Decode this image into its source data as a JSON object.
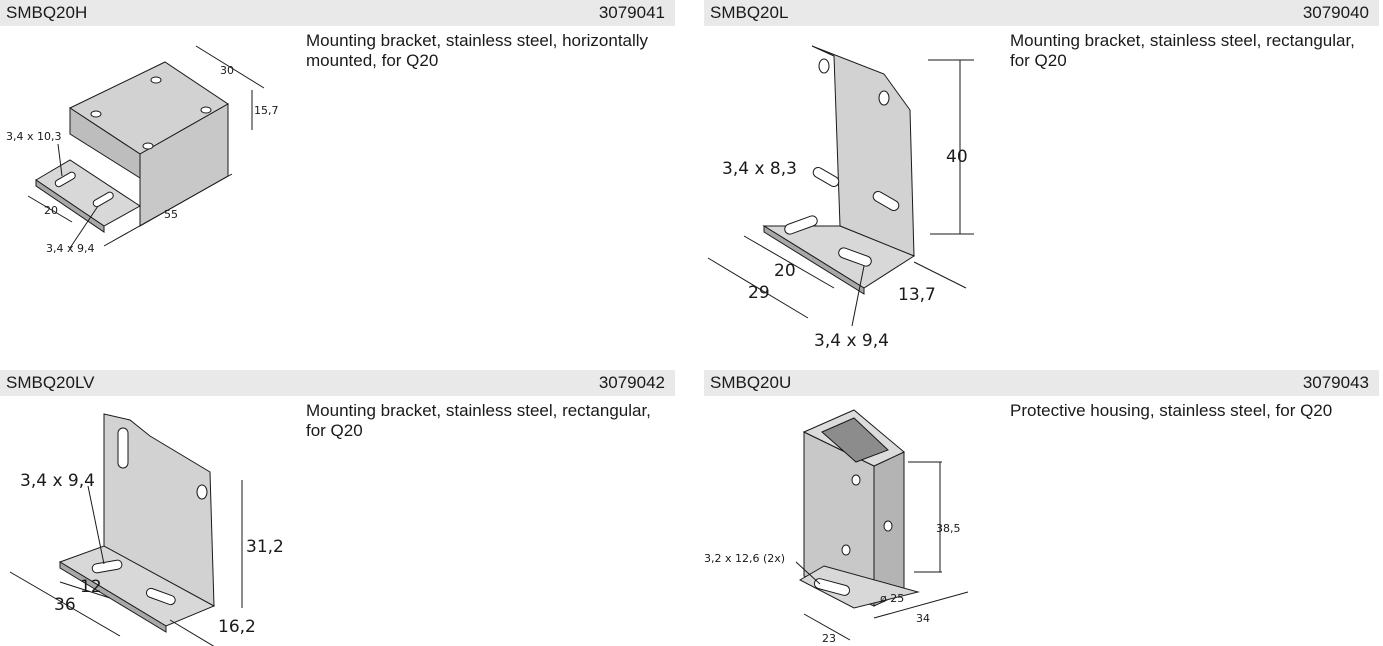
{
  "products": [
    {
      "code": "SMBQ20H",
      "id": "3079041",
      "description": "Mounting bracket, stainless steel, horizontally mounted, for Q20",
      "dimensions": [
        "30",
        "15,7",
        "3,4 x 10,3",
        "20",
        "55",
        "3,4 x 9,4"
      ]
    },
    {
      "code": "SMBQ20L",
      "id": "3079040",
      "description": "Mounting bracket, stainless steel, rectangular, for Q20",
      "dimensions": [
        "40",
        "3,4 x 8,3",
        "20",
        "29",
        "13,7",
        "3,4 x 9,4"
      ]
    },
    {
      "code": "SMBQ20LV",
      "id": "3079042",
      "description": "Mounting bracket, stainless steel, rectangular, for Q20",
      "dimensions": [
        "3,4 x 9,4",
        "31,2",
        "12",
        "36",
        "16,2"
      ]
    },
    {
      "code": "SMBQ20U",
      "id": "3079043",
      "description": "Protective housing, stainless steel, for Q20",
      "dimensions": [
        "38,5",
        "3,2 x 12,6 (2x)",
        "ø 25",
        "34",
        "23"
      ]
    }
  ],
  "colors": {
    "header_bg": "#e9e9e9",
    "part_fill": "#d2d2d2",
    "line": "#1a1a1a"
  }
}
